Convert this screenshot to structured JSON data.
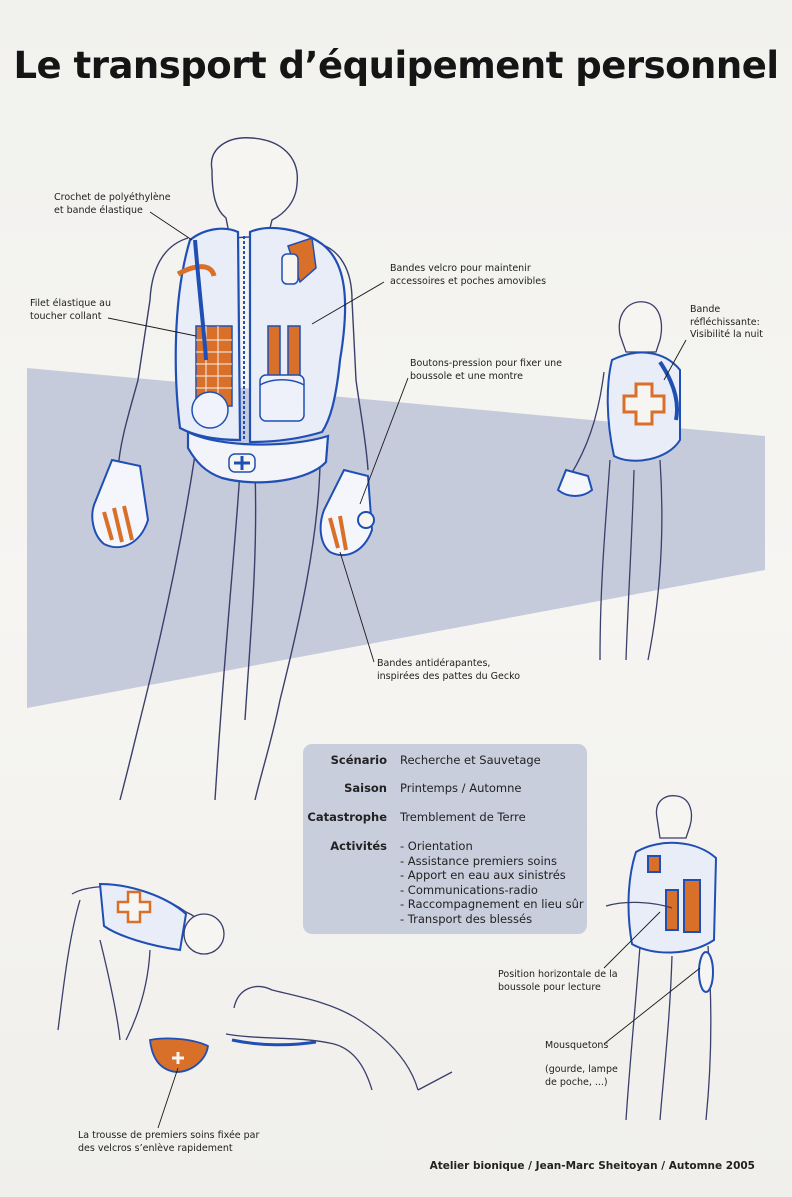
{
  "title": "Le transport d’équipement personnel",
  "colors": {
    "accent_blue": "#1f4fb5",
    "accent_orange": "#d9702a",
    "panel": "#c9cedd",
    "floor_band": "#c6cbdc"
  },
  "annotations": {
    "crochet": "Crochet de polyéthylène\net bande élastique",
    "filet": "Filet élastique au\ntoucher collant",
    "velcro": "Bandes velcro pour maintenir\naccessoires et poches amovibles",
    "bande_refl": "Bande\nréfléchissante:\nVisibilité la nuit",
    "boutons": "Boutons-pression pour fixer une\nboussole et une montre",
    "antiderapantes": "Bandes antidérapantes,\ninspirées des pattes du Gecko",
    "position": "Position horizontale de la\nboussole pour lecture",
    "mousquetons": "Mousquetons",
    "gourde": "(gourde, lampe\nde poche, ...)",
    "trousse": "La trousse de premiers soins fixée par\ndes velcros s’enlève rapidement"
  },
  "info": {
    "scenario_label": "Scénario",
    "scenario_value": "Recherche et Sauvetage",
    "saison_label": "Saison",
    "saison_value": "Printemps / Automne",
    "catastrophe_label": "Catastrophe",
    "catastrophe_value": "Tremblement de Terre",
    "activites_label": "Activités",
    "activites": [
      "- Orientation",
      "- Assistance premiers soins",
      "- Apport en eau aux sinistrés",
      "- Communications-radio",
      "- Raccompagnement en lieu sûr",
      "- Transport des blessés"
    ]
  },
  "credit": "Atelier bionique / Jean-Marc Sheitoyan / Automne 2005"
}
